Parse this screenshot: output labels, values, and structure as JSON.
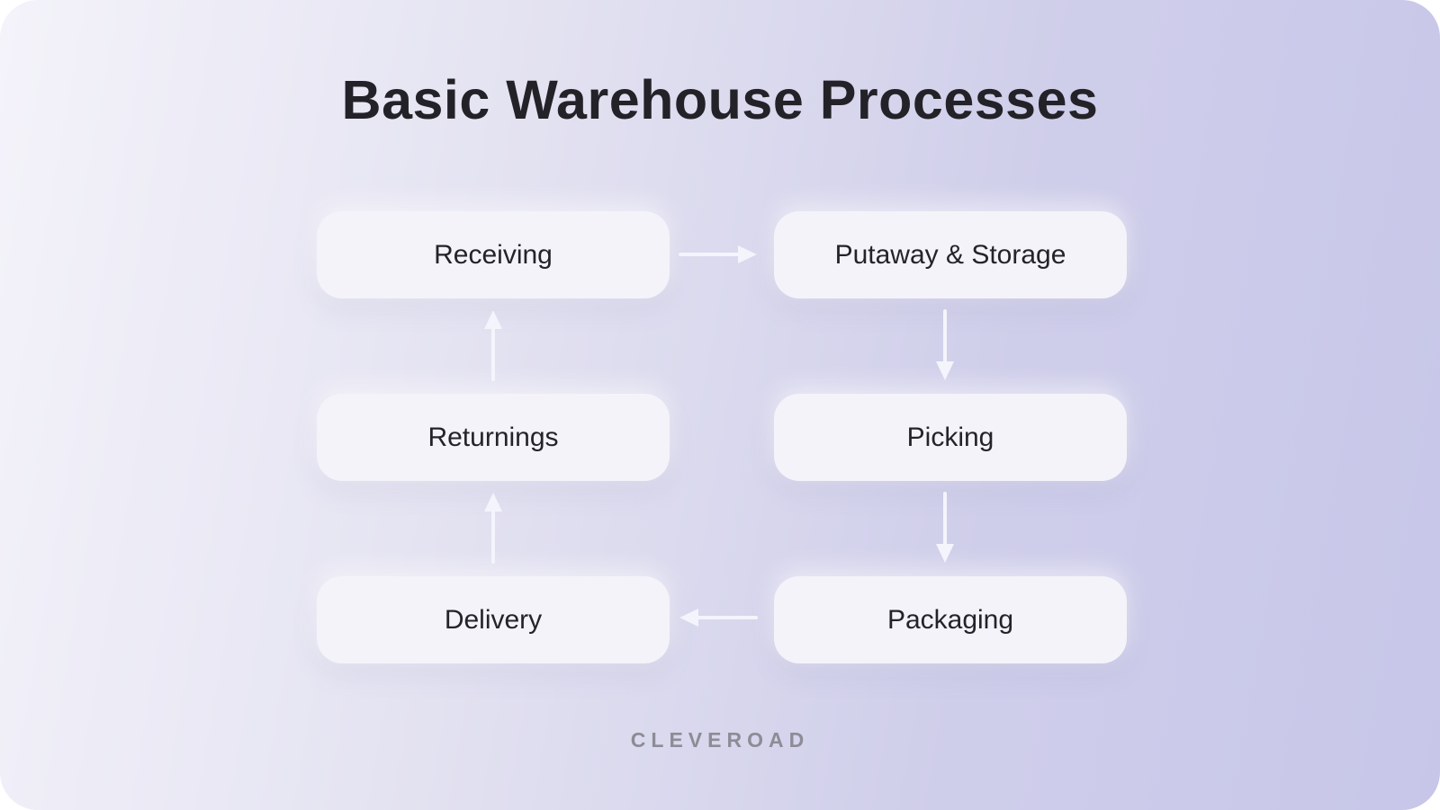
{
  "title": "Basic Warehouse Processes",
  "brand": "CLEVEROAD",
  "colors": {
    "background_gradient_light": "#f4f3fa",
    "background_gradient_dark": "#c7c6e9",
    "node_fill": "#f3f3f9",
    "node_text": "#24232a",
    "title_text": "#232228",
    "brand_text": "#8d8c96",
    "arrow": "#f4f4fc"
  },
  "diagram": {
    "type": "flowchart",
    "nodes": [
      {
        "id": "receiving",
        "label": "Receiving",
        "column": "left",
        "row": 1
      },
      {
        "id": "putaway-storage",
        "label": "Putaway & Storage",
        "column": "right",
        "row": 1
      },
      {
        "id": "returnings",
        "label": "Returnings",
        "column": "left",
        "row": 2
      },
      {
        "id": "picking",
        "label": "Picking",
        "column": "right",
        "row": 2
      },
      {
        "id": "delivery",
        "label": "Delivery",
        "column": "left",
        "row": 3
      },
      {
        "id": "packaging",
        "label": "Packaging",
        "column": "right",
        "row": 3
      }
    ],
    "edges": [
      {
        "from": "receiving",
        "to": "putaway-storage",
        "direction": "right"
      },
      {
        "from": "putaway-storage",
        "to": "picking",
        "direction": "down"
      },
      {
        "from": "picking",
        "to": "packaging",
        "direction": "down"
      },
      {
        "from": "packaging",
        "to": "delivery",
        "direction": "left"
      },
      {
        "from": "delivery",
        "to": "returnings",
        "direction": "up"
      },
      {
        "from": "returnings",
        "to": "receiving",
        "direction": "up"
      }
    ]
  }
}
